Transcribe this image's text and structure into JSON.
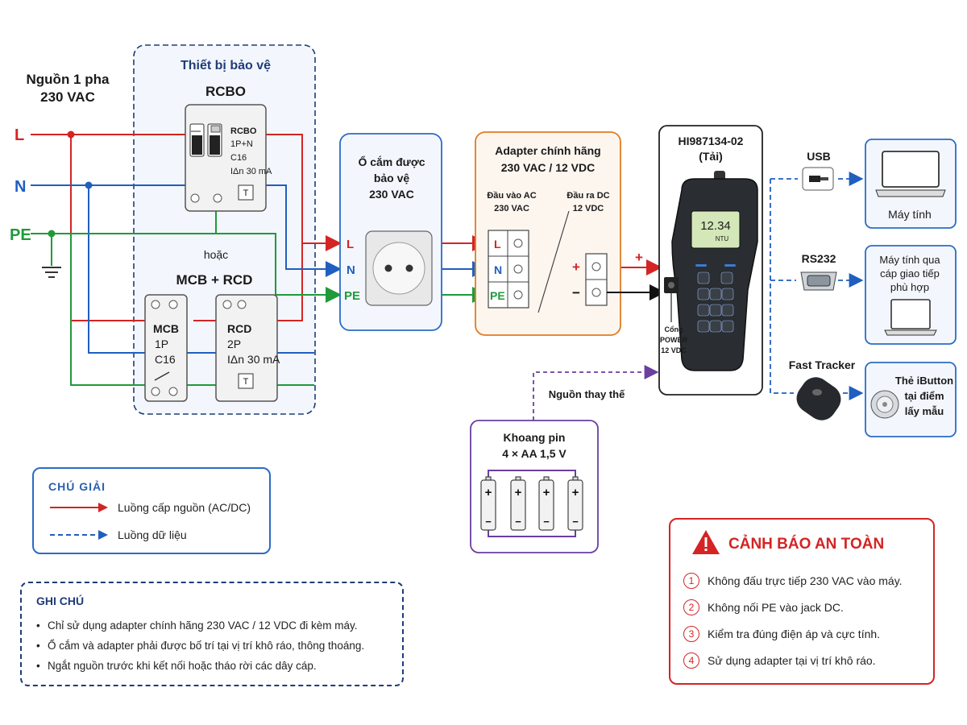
{
  "source": {
    "title_line1": "Nguồn 1 pha",
    "title_line2": "230 VAC",
    "L": "L",
    "N": "N",
    "PE": "PE"
  },
  "protection": {
    "title": "Thiết bị bảo vệ",
    "rcbo": {
      "title": "RCBO",
      "label": "RCBO",
      "poles": "1P+N",
      "rating": "C16",
      "residual": "IΔn 30 mA",
      "test": "T"
    },
    "or_text": "hoặc",
    "mcb_rcd_title": "MCB + RCD",
    "mcb": {
      "label": "MCB",
      "poles": "1P",
      "rating": "C16"
    },
    "rcd": {
      "label": "RCD",
      "poles": "2P",
      "residual": "IΔn 30 mA",
      "test": "T"
    }
  },
  "socket": {
    "title_line1": "Ổ cắm được",
    "title_line2": "bảo vệ",
    "title_line3": "230 VAC",
    "L": "L",
    "N": "N",
    "PE": "PE"
  },
  "adapter": {
    "title_line1": "Adapter chính hãng",
    "title_line2": "230 VAC / 12 VDC",
    "in_line1": "Đầu vào AC",
    "in_line2": "230 VAC",
    "out_line1": "Đầu ra DC",
    "out_line2": "12 VDC",
    "L": "L",
    "N": "N",
    "PE": "PE",
    "plus": "+",
    "minus": "−"
  },
  "dc_plus": "+",
  "device": {
    "title_line1": "HI987134-02",
    "title_line2": "(Tải)",
    "display_value": "12.34",
    "display_unit": "NTU",
    "port_line1": "Cổng",
    "port_line2": "POWER",
    "port_line3": "12 VDC"
  },
  "battery": {
    "alt_source": "Nguồn thay thế",
    "title_line1": "Khoang pin",
    "title_line2": "4 × AA 1,5 V",
    "plus": "+",
    "minus": "−"
  },
  "connections": [
    {
      "label": "USB",
      "target": "Máy tính",
      "icon": "usb-icon"
    },
    {
      "label": "RS232",
      "target_line1": "Máy tính qua",
      "target_line2": "cáp giao tiếp",
      "target_line3": "phù hợp",
      "icon": "db9-icon"
    },
    {
      "label": "Fast Tracker",
      "target_line1": "Thẻ iButton",
      "target_line2": "tại điểm",
      "target_line3": "lấy mẫu",
      "icon": "ibutton-icon"
    }
  ],
  "legend": {
    "title": "CHÚ GIẢI",
    "power": "Luồng cấp nguồn (AC/DC)",
    "data": "Luồng dữ liệu"
  },
  "notes": {
    "title": "GHI CHÚ",
    "items": [
      "Chỉ sử dụng adapter chính hãng 230 VAC / 12 VDC đi kèm máy.",
      "Ổ cắm và adapter phải được bố trí tại vị trí khô ráo, thông thoáng.",
      "Ngắt nguồn trước khi kết nối hoặc tháo rời các dây cáp."
    ]
  },
  "warning": {
    "title": "CẢNH BÁO AN TOÀN",
    "items": [
      {
        "num": "1",
        "text": "Không đấu trực tiếp 230 VAC vào máy."
      },
      {
        "num": "2",
        "text": "Không nối PE vào jack DC."
      },
      {
        "num": "3",
        "text": "Kiểm tra đúng điện áp và cực tính."
      },
      {
        "num": "4",
        "text": "Sử dụng adapter tại vị trí khô ráo."
      }
    ]
  },
  "colors": {
    "L": "#d42424",
    "N": "#1f5fbf",
    "PE": "#1f9a3a",
    "dc": "#111111",
    "data": "#1f5fbf",
    "battery": "#6a3fa0",
    "adapter": "#e07b22"
  }
}
